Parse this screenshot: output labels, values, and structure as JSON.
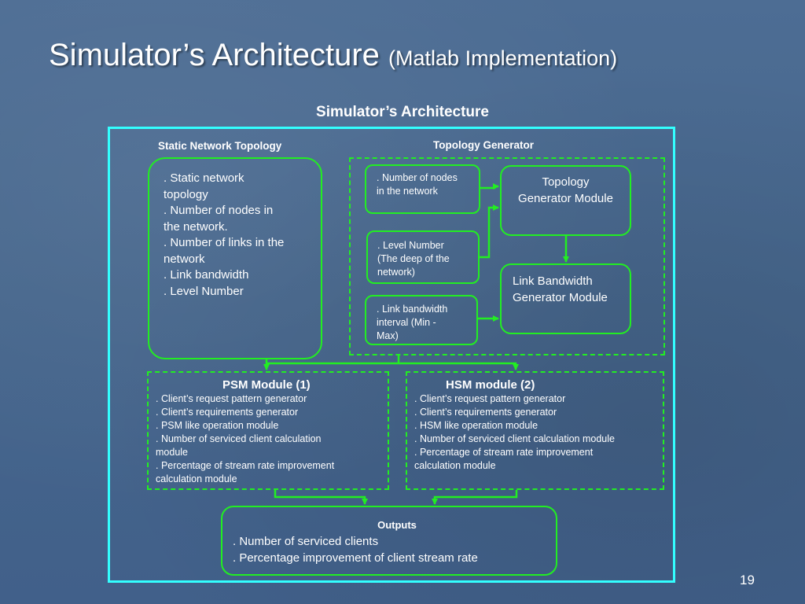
{
  "slide": {
    "title_main": "Simulator’s Architecture",
    "title_sub": "(Matlab Implementation)",
    "page_number": "19"
  },
  "diagram": {
    "title": "Simulator’s Architecture",
    "static_topology": {
      "label": "Static Network Topology",
      "items": [
        ". Static network",
        "topology",
        ". Number of nodes in",
        "the network.",
        ". Number of links in the",
        "network",
        ". Link bandwidth",
        ". Level Number"
      ]
    },
    "topology_generator": {
      "label": "Topology Generator",
      "inputs": [
        [
          ". Number of nodes",
          "in the network"
        ],
        [
          ". Level Number",
          "(The deep of the",
          "network)"
        ],
        [
          ". Link bandwidth",
          "interval (Min -",
          "Max)"
        ]
      ],
      "modules": [
        [
          "Topology",
          "Generator Module"
        ],
        [
          "Link Bandwidth",
          "Generator Module"
        ]
      ]
    },
    "psm": {
      "title": "PSM Module (1)",
      "items": [
        ". Client’s request pattern generator",
        ". Client’s requirements generator",
        ". PSM like operation module",
        ". Number of serviced client calculation",
        "module",
        ". Percentage of stream rate improvement",
        "calculation module"
      ]
    },
    "hsm": {
      "title": "HSM module (2)",
      "items": [
        ". Client’s request pattern generator",
        ". Client’s requirements generator",
        ". HSM like operation module",
        ". Number of serviced client calculation module",
        ". Percentage of stream rate improvement",
        "calculation module"
      ]
    },
    "outputs": {
      "title": "Outputs",
      "items": [
        ". Number of serviced clients",
        ". Percentage improvement of client stream rate"
      ]
    }
  }
}
